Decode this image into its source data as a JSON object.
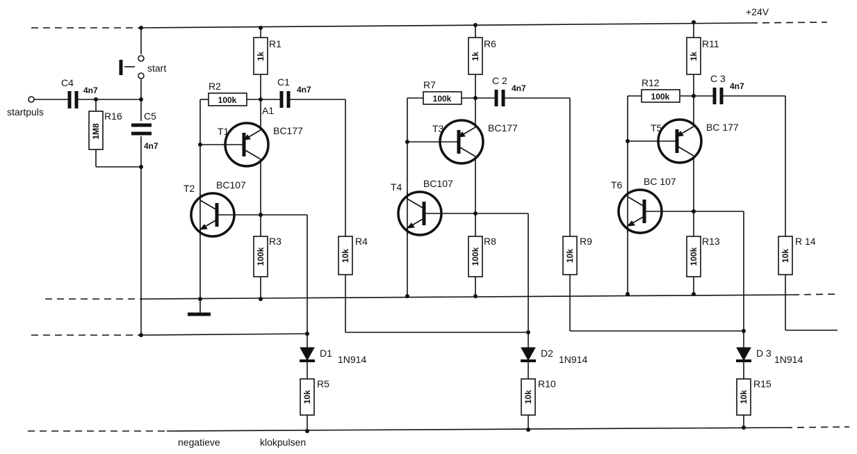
{
  "supply": "+24V",
  "start_input": "startpuls",
  "start_switch": "start",
  "components": {
    "C4": {
      "name": "C4",
      "value": "4n7"
    },
    "C5": {
      "name": "C5",
      "value": "4n7"
    },
    "R16": {
      "name": "R16",
      "value": "1M8"
    },
    "A1": "A1"
  },
  "stages": [
    {
      "r_collector": {
        "name": "R1",
        "value": "1k"
      },
      "r_feedback": {
        "name": "R2",
        "value": "100k"
      },
      "cap": {
        "name": "C1",
        "value": "4n7"
      },
      "t_pnp": {
        "name": "T1",
        "type": "BC177"
      },
      "t_npn": {
        "name": "T2",
        "type": "BC107"
      },
      "r_load": {
        "name": "R3",
        "value": "100k"
      },
      "r_out": {
        "name": "R4",
        "value": "10k"
      },
      "diode": {
        "name": "D1",
        "type": "1N914"
      },
      "r_diode": {
        "name": "R5",
        "value": "10k"
      }
    },
    {
      "r_collector": {
        "name": "R6",
        "value": "1k"
      },
      "r_feedback": {
        "name": "R7",
        "value": "100k"
      },
      "cap": {
        "name": "C 2",
        "value": "4n7"
      },
      "t_pnp": {
        "name": "T3",
        "type": "BC177"
      },
      "t_npn": {
        "name": "T4",
        "type": "BC107"
      },
      "r_load": {
        "name": "R8",
        "value": "100k"
      },
      "r_out": {
        "name": "R9",
        "value": "10k"
      },
      "diode": {
        "name": "D2",
        "type": "1N914"
      },
      "r_diode": {
        "name": "R10",
        "value": "10k"
      }
    },
    {
      "r_collector": {
        "name": "R11",
        "value": "1k"
      },
      "r_feedback": {
        "name": "R12",
        "value": "100k"
      },
      "cap": {
        "name": "C 3",
        "value": "4n7"
      },
      "t_pnp": {
        "name": "T5",
        "type": "BC 177"
      },
      "t_npn": {
        "name": "T6",
        "type": "BC 107"
      },
      "r_load": {
        "name": "R13",
        "value": "100k"
      },
      "r_out": {
        "name": "R 14",
        "value": "10k"
      },
      "diode": {
        "name": "D 3",
        "type": "1N914"
      },
      "r_diode": {
        "name": "R15",
        "value": "10k"
      }
    }
  ],
  "caption": {
    "left": "negatieve",
    "right": "klokpulsen"
  }
}
